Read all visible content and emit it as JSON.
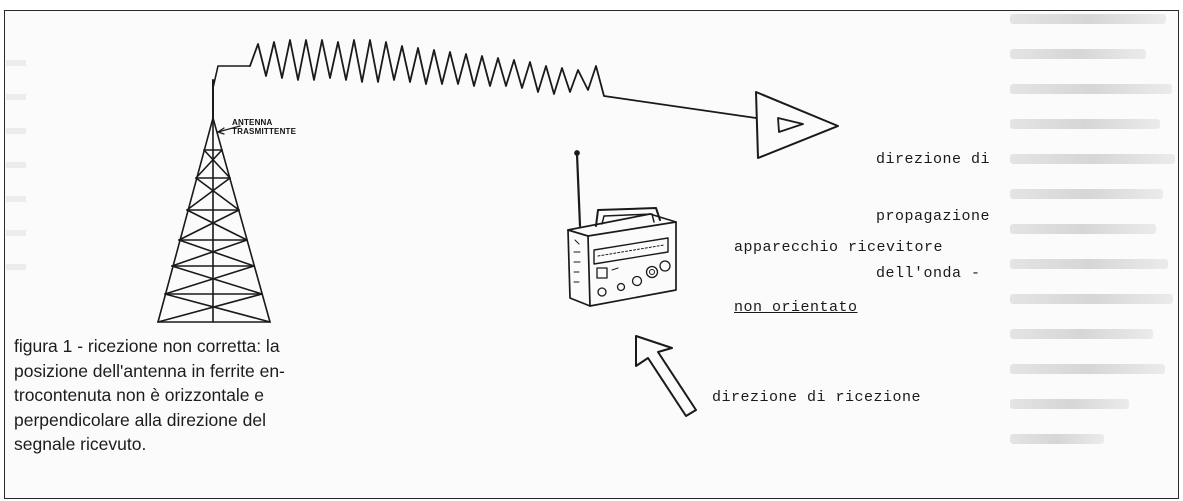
{
  "labels": {
    "antenna_line1": "ANTENNA",
    "antenna_line2": "TRASMITTENTE",
    "propagation_line1": "direzione di",
    "propagation_line2": "propagazione",
    "propagation_line3": "dell'onda -",
    "receiver_line1": "apparecchio ricevitore",
    "receiver_line2": "non orientato",
    "reception": "direzione di ricezione"
  },
  "caption": {
    "line1": "figura 1 - ricezione non corretta: la",
    "line2": "posizione dell'antenna in ferrite en-",
    "line3": "trocontenuta non è orizzontale e",
    "line4": "perpendicolare alla direzione del",
    "line5": "segnale ricevuto."
  },
  "colors": {
    "ink": "#1a1a1a",
    "paper": "#fbfbfb"
  }
}
